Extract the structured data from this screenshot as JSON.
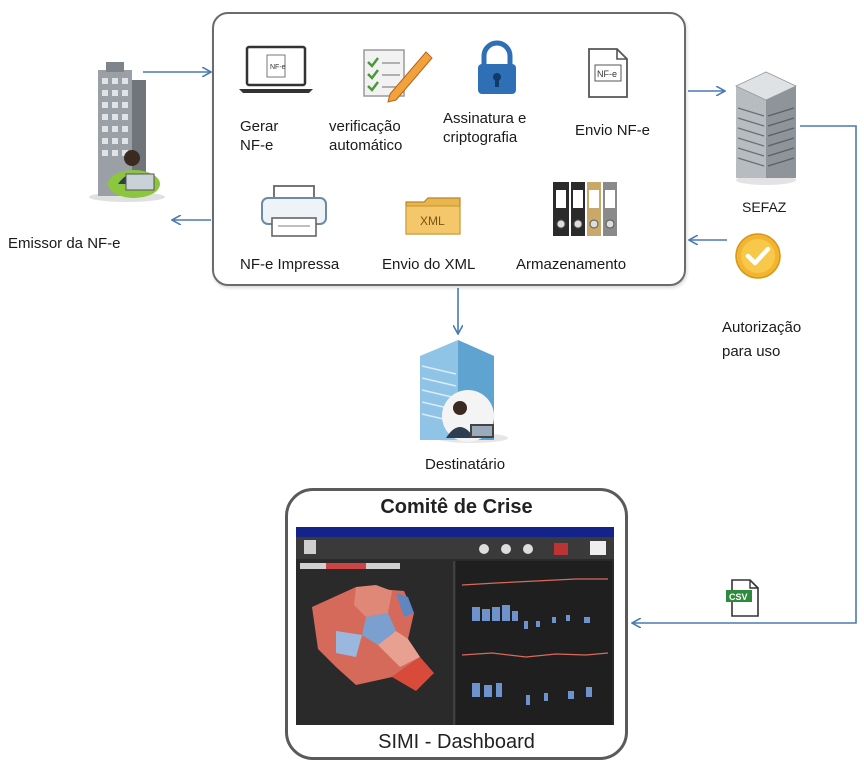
{
  "emitter": {
    "label": "Emissor da NF-e"
  },
  "process": {
    "steps_top": [
      {
        "label": "Gerar\nNF-e",
        "icon": "laptop-icon"
      },
      {
        "label": "verificação\nautomático",
        "icon": "checklist-icon"
      },
      {
        "label": "Assinatura e\ncriptografia",
        "icon": "lock-icon"
      },
      {
        "label": "Envio NF-e",
        "icon": "document-icon"
      }
    ],
    "steps_bottom": [
      {
        "label": "NF-e Impressa",
        "icon": "printer-icon"
      },
      {
        "label": "Envio do XML",
        "icon": "xml-folder-icon"
      },
      {
        "label": "Armazenamento",
        "icon": "binders-icon"
      }
    ],
    "nfe_icon_text": "NF-e",
    "xml_icon_text": "XML"
  },
  "sefaz": {
    "label": "SEFAZ"
  },
  "authorization": {
    "label": "Autorização\npara uso"
  },
  "recipient": {
    "label": "Destinatário"
  },
  "crisis": {
    "title": "Comitê de Crise",
    "footer": "SIMI - Dashboard"
  },
  "csv_icon_text": "CSV",
  "colors": {
    "arrow": "#4a7ab5",
    "box_border": "#6b6b6b"
  }
}
